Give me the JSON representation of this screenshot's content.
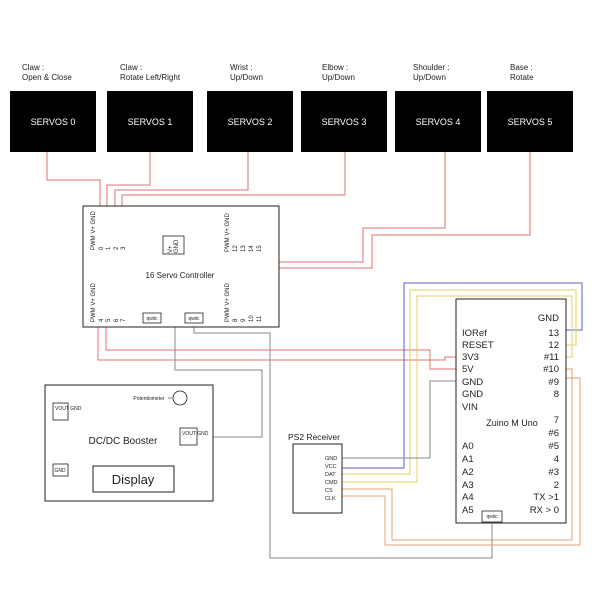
{
  "servos": [
    {
      "name": "SERVOS 0",
      "label1": "Claw :",
      "label2": "Open & Close"
    },
    {
      "name": "SERVOS 1",
      "label1": "Claw :",
      "label2": "Rotate Left/Right"
    },
    {
      "name": "SERVOS 2",
      "label1": "Wrist :",
      "label2": "Up/Down"
    },
    {
      "name": "SERVOS 3",
      "label1": "Elbow :",
      "label2": "Up/Down"
    },
    {
      "name": "SERVOS 4",
      "label1": "Shoulder :",
      "label2": "Up/Down"
    },
    {
      "name": "SERVOS 5",
      "label1": "Base :",
      "label2": "Rotate"
    }
  ],
  "servo_controller": {
    "title": "16 Servo Controller",
    "pwm_header": "PWM V+ GND",
    "pins_top_left": [
      "0",
      "1",
      "2",
      "3"
    ],
    "pins_top_right": [
      "12",
      "13",
      "14",
      "15"
    ],
    "pins_bottom_left": [
      "4",
      "5",
      "6",
      "7"
    ],
    "pins_bottom_right": [
      "8",
      "9",
      "10",
      "11"
    ],
    "power": "V+\nGND",
    "qwiic1": "qwiic",
    "qwiic2": "qwiic"
  },
  "booster": {
    "title": "DC/DC Booster",
    "potentiometer": "Potentiometer",
    "vout_gnd_left": "VOUT GND",
    "vout_gnd_right": "VOUT GND",
    "gnd": "GND",
    "display": "Display"
  },
  "ps2": {
    "title": "PS2 Receiver",
    "pins": [
      "GND",
      "VCC",
      "DAT",
      "CMD",
      "CS",
      "CLK"
    ]
  },
  "arduino": {
    "title": "Zuino M Uno",
    "left_pins": [
      "IORef",
      "RESET",
      "3V3",
      "5V",
      "GND",
      "GND",
      "VIN",
      "A0",
      "A1",
      "A2",
      "A3",
      "A4",
      "A5"
    ],
    "right_pins": [
      "GND",
      "13",
      "12",
      "#11",
      "#10",
      "#9",
      "8",
      "7",
      "#6",
      "#5",
      "4",
      "#3",
      "2",
      "TX >1",
      "RX > 0"
    ],
    "qwiic": "qwiic"
  },
  "colors": {
    "red": "#e07070",
    "purple": "#5f5fc8",
    "yellow": "#e0d060",
    "orange": "#e8a070",
    "gray": "#8a8a8a",
    "box": "#000000"
  }
}
